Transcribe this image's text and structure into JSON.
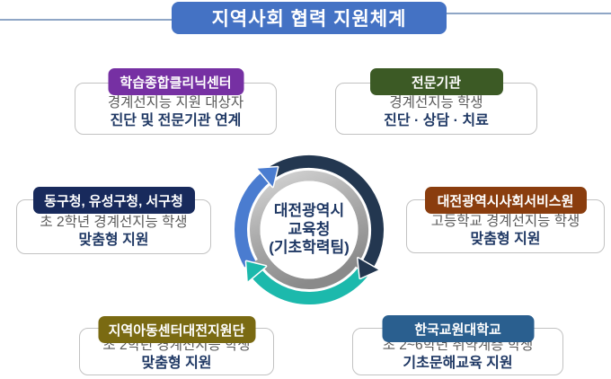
{
  "title": "지역사회 협력 지원체계",
  "center": {
    "line1": "대전광역시",
    "line2": "교육청",
    "line3": "(기초학력팀)"
  },
  "boxes": [
    {
      "header": "학습종합클리닉센터",
      "color": "#7630A3",
      "line1": "경계선지능 지원 대상자",
      "line2": "진단 및 전문기관 연계"
    },
    {
      "header": "전문기관",
      "color": "#3C5A25",
      "line1": "경계선지능 학생",
      "line2": "진단 · 상담 · 치료"
    },
    {
      "header": "동구청, 유성구청, 서구청",
      "color": "#182A5C",
      "line1": "초 2학년 경계선지능 학생",
      "line2": "맞춤형 지원"
    },
    {
      "header": "대전광역시사회서비스원",
      "color": "#8A3D0E",
      "line1": "고등학교 경계선지능 학생",
      "line2": "맞춤형 지원"
    },
    {
      "header": "지역아동센터대전지원단",
      "color": "#7A6A12",
      "line1": "초 2학년 경계선지능 학생",
      "line2": "맞춤형 지원"
    },
    {
      "header": "한국교원대학교",
      "color": "#2A5F8F",
      "line1": "초 2~6학년 취약계층 학생",
      "line2": "기초문해교육 지원"
    }
  ],
  "colors": {
    "title_bg": "#4472C4",
    "frame_line": "#8FA6C6",
    "box_border": "#C2C2C2",
    "body_gray": "#595959",
    "body_navy": "#1F3864",
    "center_text": "#1F3864",
    "arrow_navy": "#233750",
    "arrow_teal": "#1CB9AC",
    "arrow_blue": "#4A7CD0",
    "ring_light": "#D8D8D8",
    "ring_mid": "#ACACAC",
    "ring_dark": "#8A8A8A"
  }
}
